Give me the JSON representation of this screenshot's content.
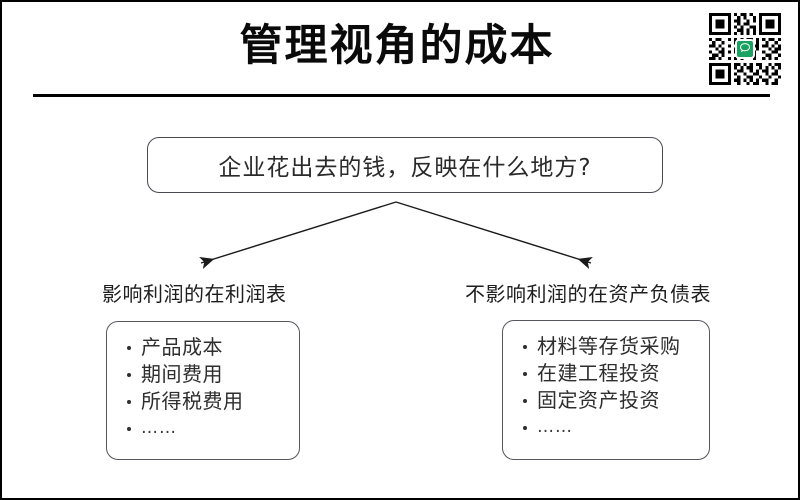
{
  "header": {
    "title": "管理视角的成本",
    "qr_code_label": "qr-code",
    "qr_logo_label": "wechat-official-account-logo"
  },
  "diagram": {
    "question": "企业花出去的钱，反映在什么地方?",
    "branches": [
      {
        "label": "影响利润的在利润表",
        "items": [
          "产品成本",
          "期间费用",
          "所得税费用",
          "……"
        ]
      },
      {
        "label": "不影响利润的在资产负债表",
        "items": [
          "材料等存货采购",
          "在建工程投资",
          "固定资产投资",
          "……"
        ]
      }
    ]
  },
  "colors": {
    "background": "#ffffff",
    "text": "#2a2a2a",
    "title": "#0a0a0a",
    "border": "#4a4a52",
    "arrow": "#1a1a1a",
    "qr_logo_green": "#1aa260"
  }
}
